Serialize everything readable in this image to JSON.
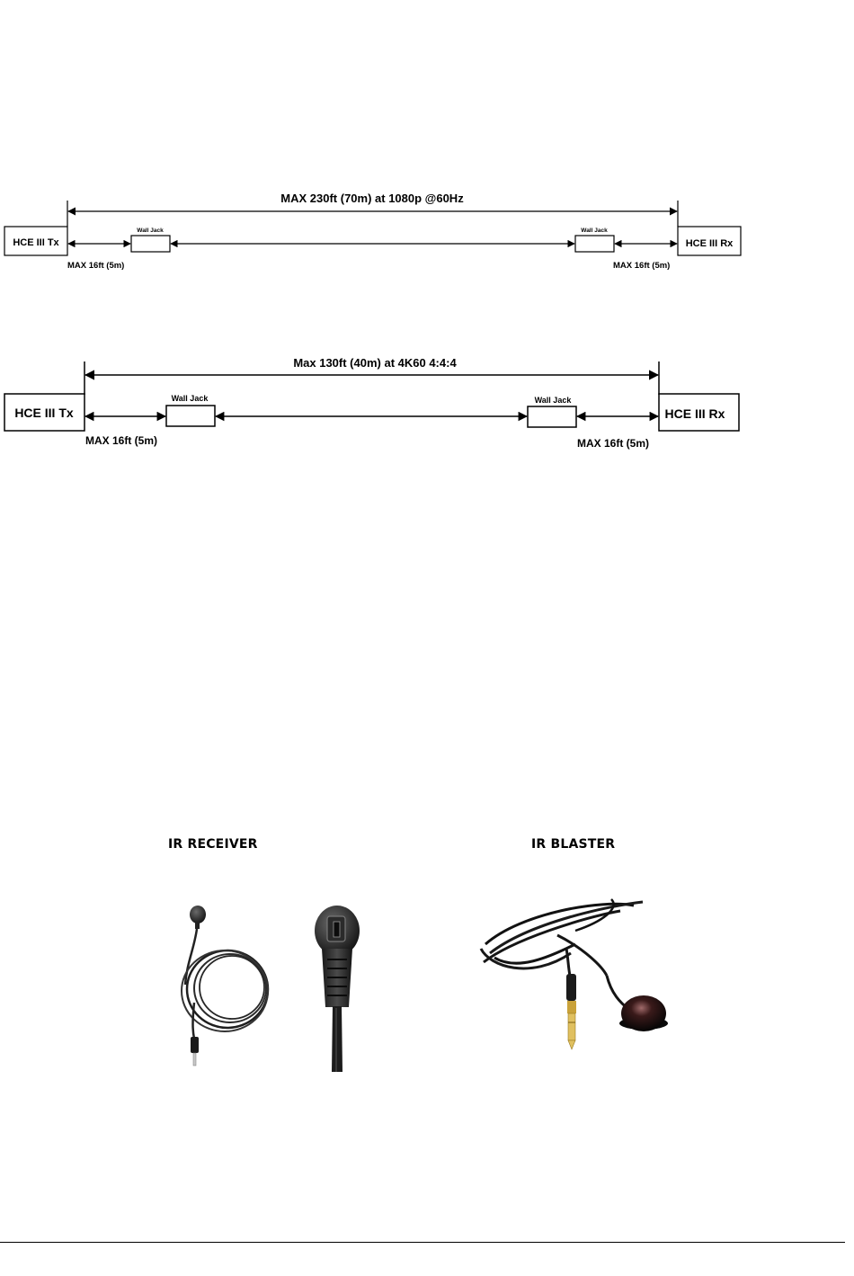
{
  "diagram1": {
    "span_label": "MAX 230ft (70m) at 1080p @60Hz",
    "tx_label": "HCE III Tx",
    "rx_label": "HCE III Rx",
    "left_jack_label": "Wall Jack",
    "right_jack_label": "Wall Jack",
    "left_max_label": "MAX 16ft (5m)",
    "right_max_label": "MAX 16ft (5m)"
  },
  "diagram2": {
    "span_label": "Max 130ft (40m) at 4K60 4:4:4",
    "tx_label": "HCE III Tx",
    "rx_label": "HCE III Rx",
    "left_jack_label": "Wall Jack",
    "right_jack_label": "Wall Jack",
    "left_max_label": "MAX 16ft (5m)",
    "right_max_label": "MAX 16ft (5m)"
  },
  "captions": {
    "ir_receiver": "IR RECEIVER",
    "ir_blaster": "IR BLASTER"
  }
}
